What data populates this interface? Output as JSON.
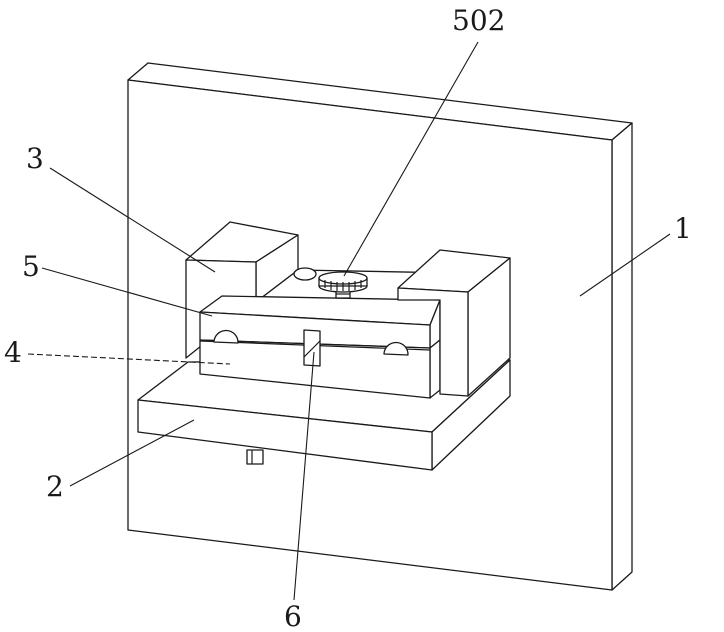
{
  "labels": {
    "part_1": "1",
    "part_2": "2",
    "part_3": "3",
    "part_4": "4",
    "part_5": "5",
    "part_6": "6",
    "part_502": "502"
  },
  "colors": {
    "stroke": "#1a1a1a",
    "background": "#ffffff"
  }
}
